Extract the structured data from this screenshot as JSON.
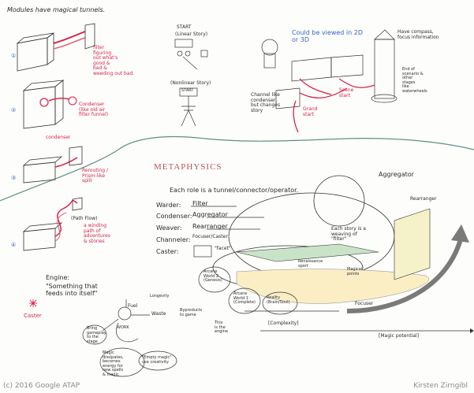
{
  "title": "Modules have magical tunnels.",
  "modules": {
    "m1": {
      "num": "①",
      "note": "filter\nfiguring\nout what's\ngood &\nbad &\nweeding out bad."
    },
    "m2": {
      "num": "②",
      "note": "Condenser\n(like old air\nfilter funnel)",
      "label": "condenser"
    },
    "m3": {
      "num": "③",
      "note": "Rerouting /\nPrism-like\nsplit"
    },
    "m4": {
      "num": "④",
      "note": "a winding\npath of\nadventures\n& stories",
      "label": "(Path Flow)"
    },
    "m5": {
      "label": "Caster"
    }
  },
  "top_middle": {
    "linear": "(Linear Story)",
    "start": "START",
    "nonlinear": "(Nonlinear Story)",
    "start2": "START"
  },
  "top_right": {
    "view_2d_3d": "Could be viewed in 2D\nor 3D",
    "compass": "Have compass,\nfocus information",
    "channel": "Channel like\ncondenser,\nbut changes\nstory",
    "grand_start": "Grand\nstart",
    "end_of_scenario": "End of\nscenario &\nother\nstages\nlike\nwaterwheels",
    "scene_start": "Scene\nstart"
  },
  "metaphysics": {
    "title": "METAPHYSICS",
    "heading": "Each role is a tunnel/connector/operator.",
    "roles": [
      {
        "role": "Warder:",
        "value": "Filter"
      },
      {
        "role": "Condenser:",
        "value": "Aggregator"
      },
      {
        "role": "Weaver:",
        "value": "Rearranger"
      },
      {
        "role": "Channeler:",
        "value": "Focuser/Caster"
      },
      {
        "role": "Caster:",
        "value": "\"facet\""
      }
    ],
    "aggregator": "Aggregator",
    "rearranger": "Rearranger",
    "each_story": "Each story is a\nweaving of\n\"filter\"",
    "renaissance": "Renaissance\nsport",
    "magical_points": "Magical\npoints",
    "arcane1": "Arcane\nWorld 2\n(Genesis)",
    "arcane2": "Arcane\nWorld 1\n(Complete)",
    "reality": "Reality\n(Brain/Soul)",
    "focuser": "Focuser",
    "complexity": "[Complexity]",
    "magic_potential": "[Magic potential]",
    "engine_state": "This\nis the\nengine"
  },
  "engine": {
    "label": "Engine:",
    "desc": "\"Something that\nfeeds into itself\"",
    "fuel": "Fuel",
    "waste": "Waste",
    "work": "WORK",
    "longevity": "Longevity",
    "gameplay": "Bring\ngameplay\nto the\nstage",
    "byproducts": "Byproducts\nto game",
    "magic_dissipates": "Magic\ndissipates,\nbecomes\nenergy for\nnew spells\n& magic",
    "empty_magic": "\"Empty magic\"\nuse creativity"
  },
  "footer": {
    "copyright": "(c) 2016 Google ATAP",
    "author": "Kirsten Zirngibl"
  }
}
